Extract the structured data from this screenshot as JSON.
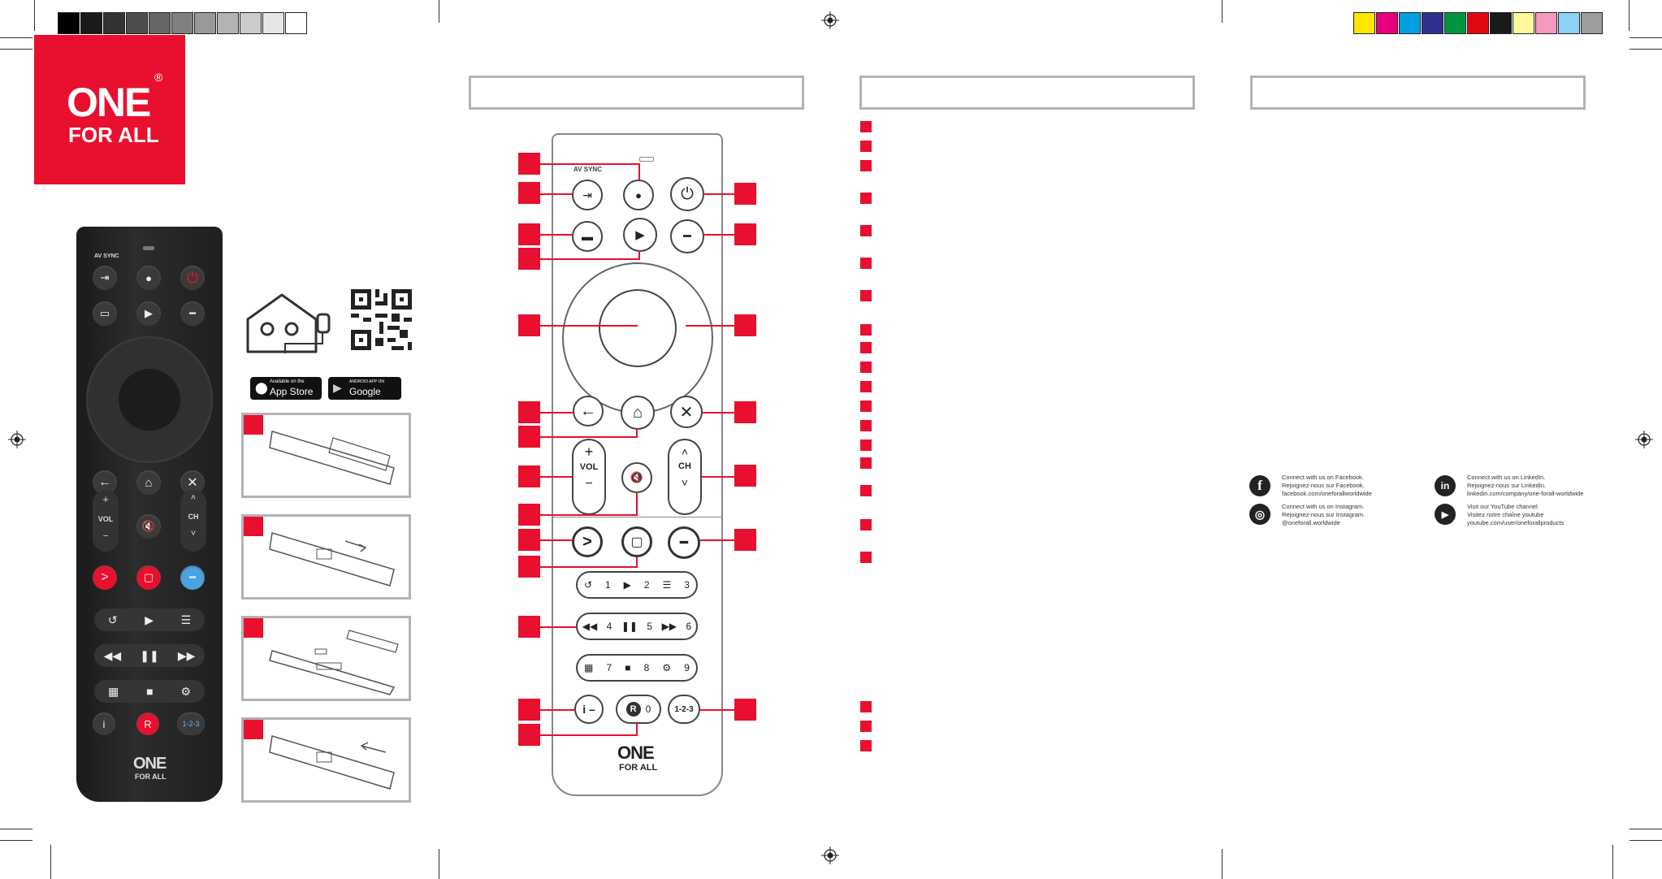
{
  "brand": {
    "line1": "ONE",
    "line2": "FOR ALL",
    "reg": "®",
    "color": "#e8102e"
  },
  "grayscale_swatches": [
    "#000000",
    "#1a1a1a",
    "#333333",
    "#4d4d4d",
    "#666666",
    "#808080",
    "#999999",
    "#b3b3b3",
    "#cccccc",
    "#e6e6e6",
    "#ffffff"
  ],
  "color_swatches": [
    "#ffe600",
    "#e6007e",
    "#00a0e3",
    "#2e3192",
    "#00963f",
    "#e30613",
    "#1a1a1a",
    "#fff799",
    "#f49ac1",
    "#8fd3f4",
    "#9d9d9c"
  ],
  "remote_photo": {
    "av_sync": "AV SYNC",
    "vol": "VOL",
    "ch": "CH",
    "btn_123": "1-2-3",
    "brand_line1": "ONE",
    "brand_line2": "FOR ALL"
  },
  "stores": {
    "apple_small": "Available on the",
    "apple_big": "App Store",
    "google_small": "ANDROID APP ON",
    "google_big": "Google play"
  },
  "diagram": {
    "av_sync": "AV SYNC",
    "vol": "VOL",
    "ch": "CH",
    "digits": [
      "1",
      "2",
      "3",
      "4",
      "5",
      "6",
      "7",
      "8",
      "9",
      "0"
    ],
    "info": "i",
    "record": "R",
    "btn_123": "1-2-3",
    "brand_line1": "ONE",
    "brand_line2": "FOR ALL"
  },
  "social": {
    "facebook": {
      "icon": "f",
      "lines": [
        "Connect with us on Facebook.",
        "Rejoignez-nous sur Facebook.",
        "facebook.com/oneforallworldwide"
      ]
    },
    "instagram": {
      "icon": "◎",
      "lines": [
        "Connect with us on Instagram.",
        "Rejoignez-nous sur Instagram.",
        "@oneforall.worldwide"
      ]
    },
    "linkedin": {
      "icon": "in",
      "lines": [
        "Connect with us on LinkedIn.",
        "Rejoignez-nous sur LinkedIn.",
        "linkedin.com/company/one-forall-worldwide"
      ]
    },
    "youtube": {
      "icon": "▶",
      "lines": [
        "Visit our YouTube channel",
        "Visitez notre chaîne youtube",
        "youtube.com/user/oneforallproducts"
      ]
    }
  }
}
